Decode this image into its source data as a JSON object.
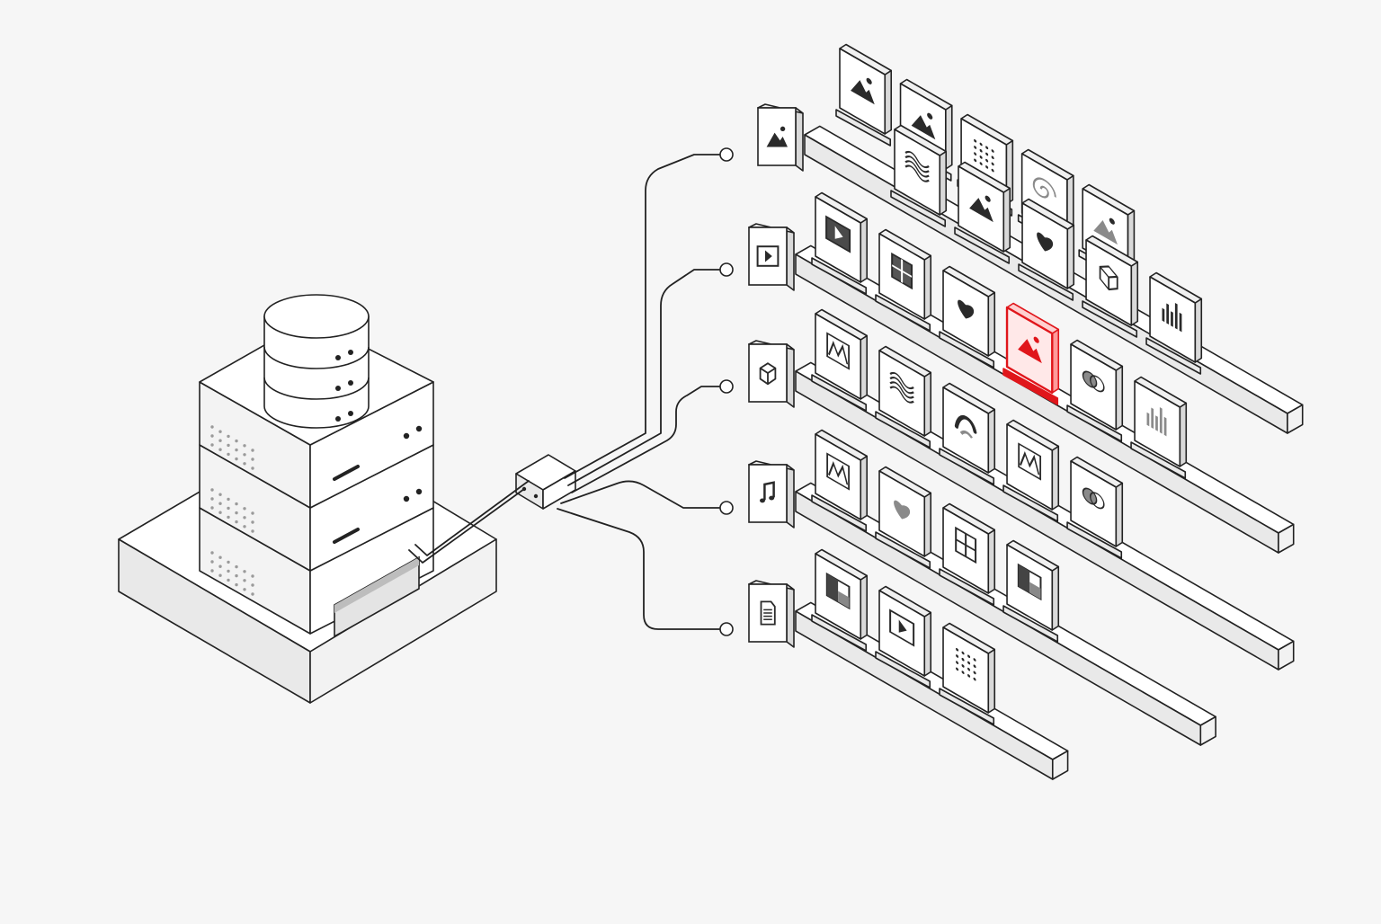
{
  "diagram": {
    "colors": {
      "background": "#f6f6f6",
      "stroke": "#222222",
      "face": "#ffffff",
      "shade": "#e9e9e9",
      "shade_dark": "#d9d9d9",
      "icon": "#2a2a2a",
      "icon_light": "#8a8a8a",
      "highlight": "#e0161b",
      "highlight_fill": "#ffe8e8"
    },
    "server": {
      "icons": [
        "database-cylinder-icon",
        "server-rack-icon"
      ],
      "units": 3
    },
    "hub": {
      "icon": "network-switch-icon"
    },
    "rows": [
      {
        "category_icon": "image-icon",
        "tiles": [
          "mountain-chart-icon",
          "mountain-photo-icon",
          "dot-grid-icon",
          "spiral-icon",
          "mountain-outline-icon",
          "wave-lines-icon",
          "landscape-icon",
          "leaf-shape-icon",
          "cube-wireframe-icon",
          "bar-blocks-icon"
        ]
      },
      {
        "category_icon": "play-icon",
        "tiles": [
          "video-frame-icon",
          "grid-quad-icon",
          "plant-icon",
          "highlighted-image-icon",
          "venn-circles-icon",
          "bar-chart-icon"
        ]
      },
      {
        "category_icon": "cube-icon",
        "tiles": [
          "diagonal-frame-icon",
          "wave-frame-icon",
          "curve-icon",
          "chart-frame-icon",
          "overlap-circles-icon"
        ]
      },
      {
        "category_icon": "music-note-icon",
        "tiles": [
          "area-chart-icon",
          "leaf-outline-icon",
          "grid-window-icon",
          "split-panel-icon"
        ]
      },
      {
        "category_icon": "document-icon",
        "tiles": [
          "dark-panel-icon",
          "video-player-icon",
          "data-table-icon"
        ]
      }
    ],
    "highlighted_tile": {
      "row": 1,
      "index": 3
    }
  }
}
